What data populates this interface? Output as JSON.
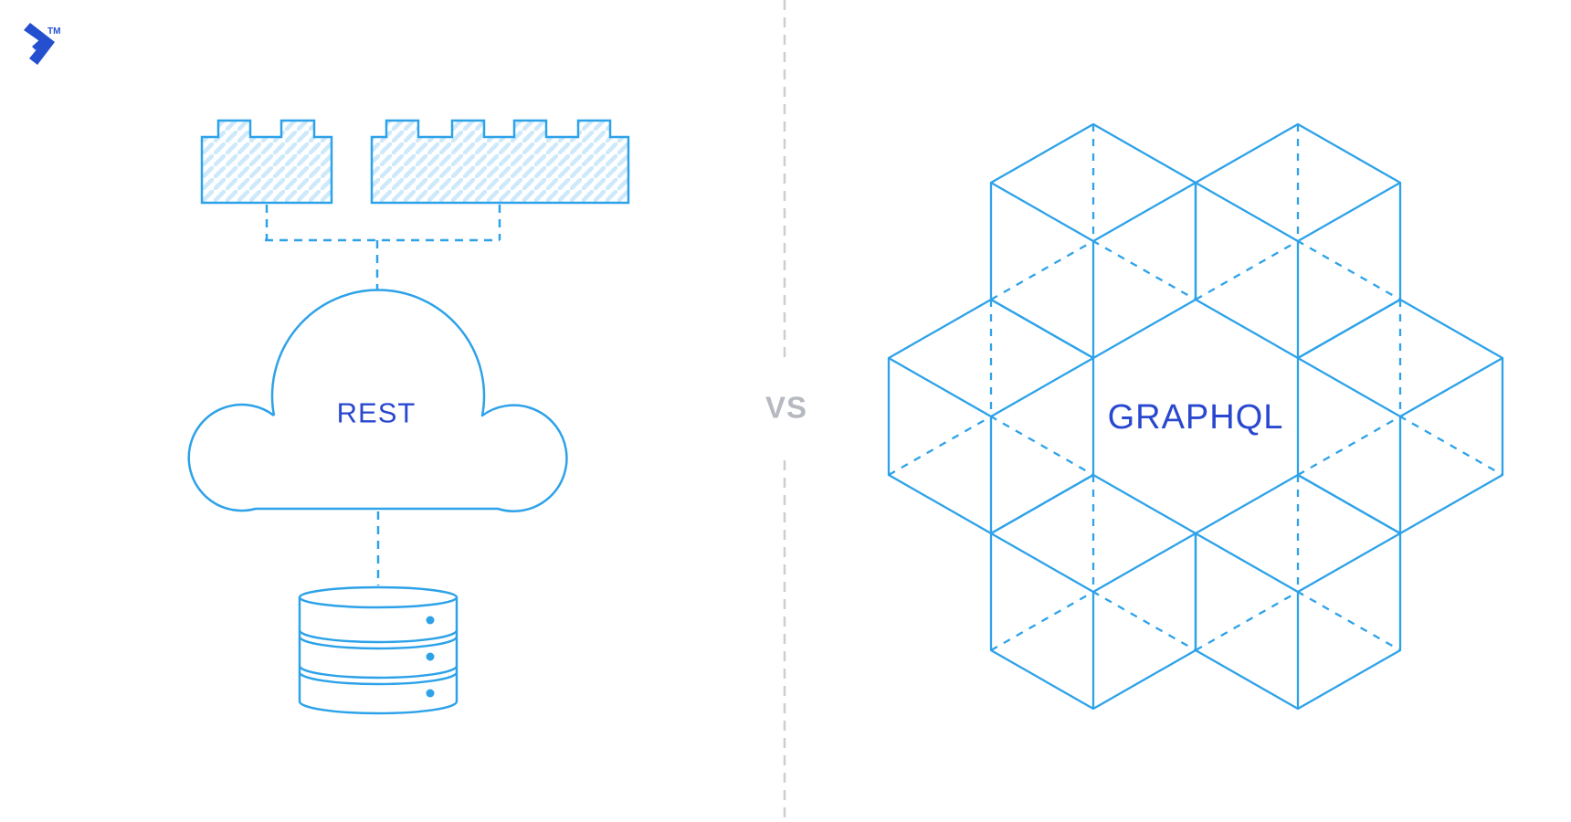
{
  "logo": {
    "trademark": "TM",
    "icon": "toptal-logo-icon"
  },
  "left_diagram": {
    "label": "REST",
    "icons": [
      "lego-brick-icon",
      "cloud-icon",
      "database-icon"
    ],
    "description_visible_elements": "two hatched building blocks connected by dashed lines to a cloud labeled REST, cloud connected by dashed line to a database cylinder"
  },
  "divider": {
    "label": "VS"
  },
  "right_diagram": {
    "label": "GRAPHQL",
    "icon": "isometric-cube-honeycomb",
    "cube_count": 6
  },
  "colors": {
    "line-blue": "#2da2e9",
    "hatch-blue": "#cde9fa",
    "label-blue": "#2947cf",
    "logo-blue": "#2450cf",
    "vs-gray": "#b6bac0",
    "divider-gray": "#cbced3",
    "background": "#ffffff"
  }
}
